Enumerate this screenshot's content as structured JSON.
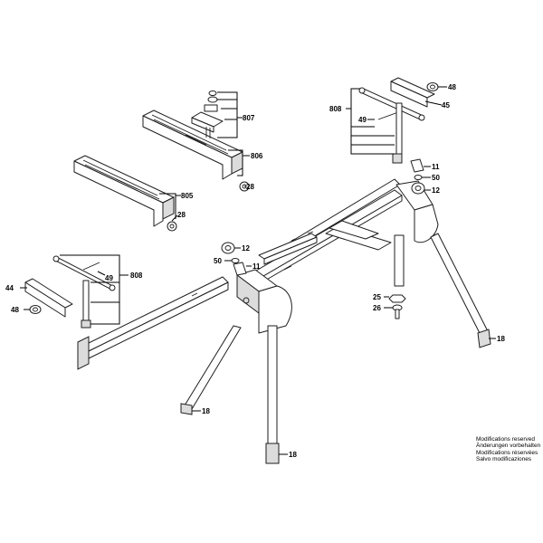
{
  "callouts": {
    "c807": "807",
    "c806": "806",
    "c805": "805",
    "c28a": "28",
    "c28b": "28",
    "c808a": "808",
    "c808b": "808",
    "c48a": "48",
    "c48b": "48",
    "c45": "45",
    "c44": "44",
    "c49a": "49",
    "c49b": "49",
    "c11a": "11",
    "c11b": "11",
    "c12a": "12",
    "c12b": "12",
    "c50a": "50",
    "c50b": "50",
    "c25": "25",
    "c26": "26",
    "c18a": "18",
    "c18b": "18",
    "c18c": "18"
  },
  "disclaimer": [
    "Modifications reserved",
    "Änderungen vorbehalten",
    "Modifications réservées",
    "Salvo modificaziones"
  ]
}
